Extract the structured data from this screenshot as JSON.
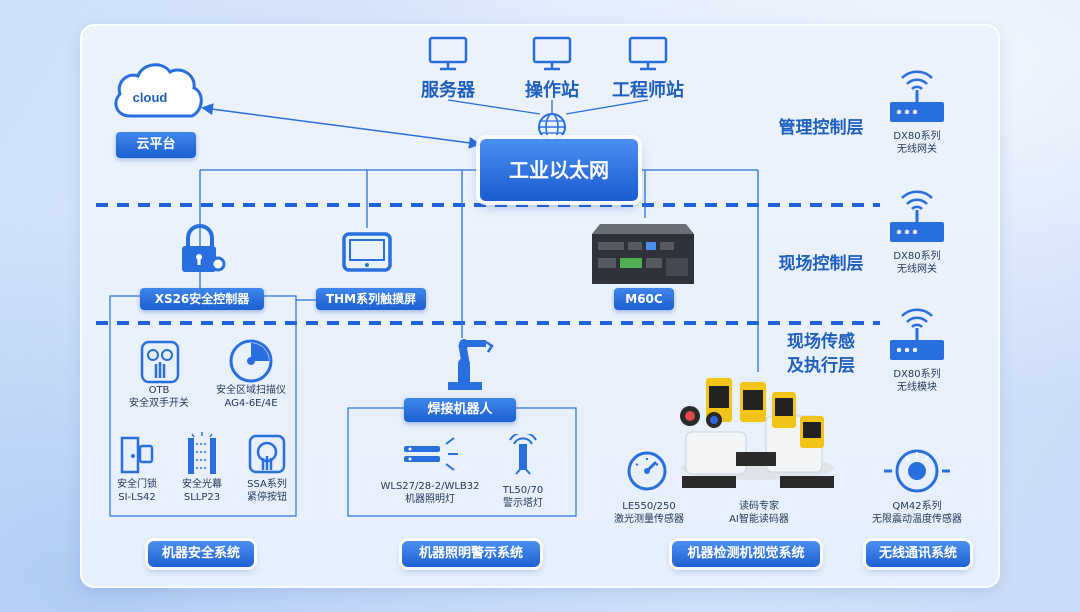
{
  "cloud": {
    "icon_text": "cloud",
    "label": "云平台"
  },
  "top": {
    "server": "服务器",
    "operator": "操作站",
    "engineer": "工程师站"
  },
  "network": {
    "label": "工业以太网"
  },
  "layers": {
    "mgmt": "管理控制层",
    "field_ctrl": "现场控制层",
    "field_sense_1": "现场传感",
    "field_sense_2": "及执行层"
  },
  "wireless": [
    {
      "line1": "DX80系列",
      "line2": "无线网关"
    },
    {
      "line1": "DX80系列",
      "line2": "无线网关"
    },
    {
      "line1": "DX80系列",
      "line2": "无线模块"
    }
  ],
  "controllers": {
    "xs26": "XS26安全控制器",
    "thm": "THM系列触摸屏",
    "m60c": "M60C"
  },
  "safety": {
    "otb_1": "OTB",
    "otb_2": "安全双手开关",
    "ag4_1": "安全区域扫描仪",
    "ag4_2": "AG4-6E/4E",
    "lock_1": "安全门锁",
    "lock_2": "SI-LS42",
    "curtain_1": "安全光幕",
    "curtain_2": "SLLP23",
    "ssa_1": "SSA系列",
    "ssa_2": "紧停按钮"
  },
  "robot": {
    "label": "焊接机器人",
    "wls_1": "WLS27/28-2/WLB32",
    "wls_2": "机器照明灯",
    "tl_1": "TL50/70",
    "tl_2": "警示塔灯"
  },
  "vision": {
    "le_1": "LE550/250",
    "le_2": "激光测量传感器",
    "reader_1": "读码专家",
    "reader_2": "AI智能读码器",
    "qm_1": "QM42系列",
    "qm_2": "无限震动温度传感器"
  },
  "systems": {
    "safety": "机器安全系统",
    "light": "机器照明警示系统",
    "vision": "机器检测机视觉系统",
    "wireless": "无线通讯系统"
  },
  "colors": {
    "accent": "#1f5fbf",
    "tag": "#2a6fe0"
  }
}
